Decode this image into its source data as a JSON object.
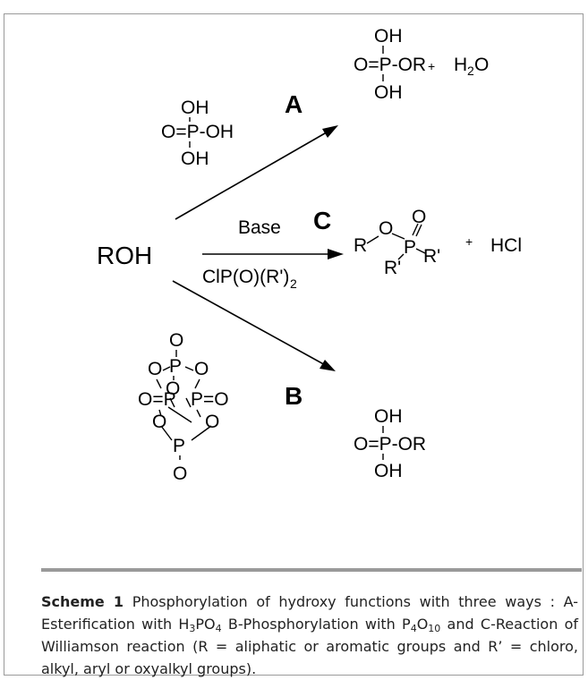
{
  "scheme": {
    "reactant": "ROH",
    "labels": {
      "a": "A",
      "b": "B",
      "c": "C"
    },
    "reagent_a": {
      "oh_top": "OH",
      "main": "O=P-OH",
      "oh_bottom": "OH"
    },
    "product_a": {
      "oh_top": "OH",
      "main": "O=P-OR",
      "plus": "+",
      "water_h": "H",
      "water_2": "2",
      "water_o": "O",
      "oh_bottom": "OH"
    },
    "reagent_c_top": "Base",
    "reagent_c_bottom": {
      "main": "ClP(O)(R')",
      "sub": "2"
    },
    "product_c": {
      "r": "R",
      "o": "O",
      "p": "P",
      "o_top": "O",
      "r1": "R'",
      "r2": "R'",
      "plus": "+",
      "hcl": "HCl"
    },
    "reagent_b": {
      "atoms": [
        "O",
        "P",
        "O",
        "O",
        "O=P",
        "O",
        "P=O",
        "O",
        "O",
        "P",
        "O"
      ]
    },
    "product_b": {
      "oh_top": "OH",
      "main": "O=P-OR",
      "oh_bottom": "OH"
    }
  },
  "caption": {
    "label": "Scheme 1",
    "text_1": " Phosphorylation of hydroxy functions with three ways : A-Esterification with H",
    "h3": "3",
    "po": "PO",
    "o4": "4",
    "text_2": " B-Phosphorylation with P",
    "p4": "4",
    "o_letter": "O",
    "o10": "10",
    "text_3": " and C-Reaction of Williamson reaction (R = aliphatic or aromatic groups and R’ = chloro, alkyl, aryl or oxyalkyl groups)."
  }
}
